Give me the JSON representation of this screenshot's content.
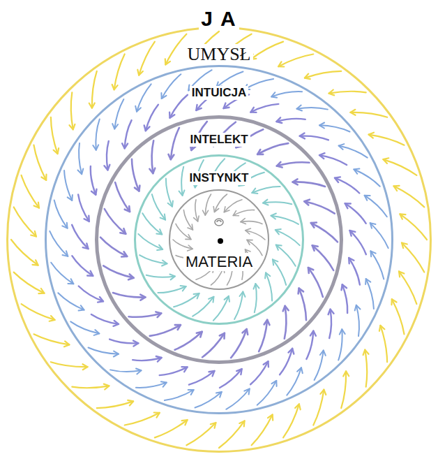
{
  "diagram": {
    "title": "J A",
    "nodes": [
      {
        "text": [
          "UMYSŁ"
        ]
      },
      {
        "text": [
          "INTUICJA"
        ],
        "in": 0
      },
      {
        "text": [
          "INTELEKT"
        ],
        "in": 1
      },
      {
        "text": [
          "INSTYNKT"
        ],
        "in": 2
      },
      {
        "text": [
          "MATERIA"
        ],
        "in": 3
      }
    ]
  }
}
